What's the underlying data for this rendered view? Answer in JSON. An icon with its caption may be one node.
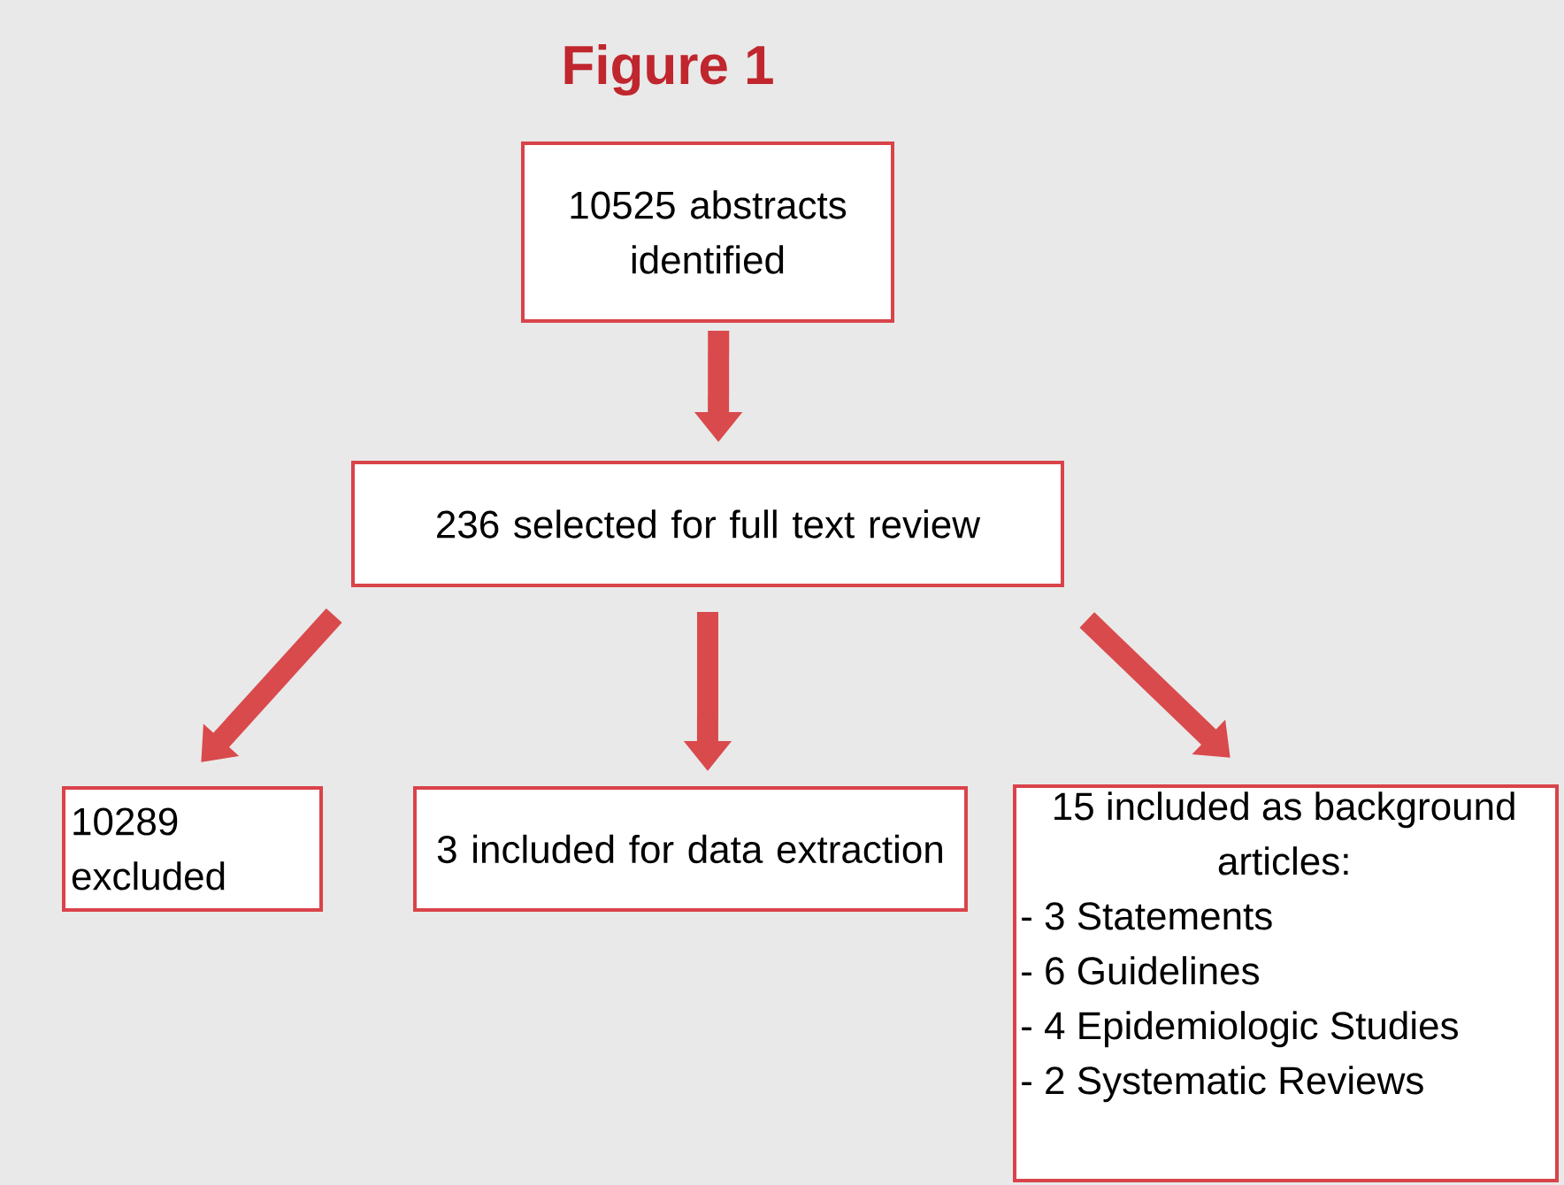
{
  "diagram": {
    "title": "Figure 1",
    "nodes": [
      {
        "text": [
          "10525 abstracts identified"
        ]
      },
      {
        "text": [
          "236 selected for full text review"
        ]
      },
      {
        "text": [
          "10289 excluded"
        ]
      },
      {
        "text": [
          "3 included for data extraction"
        ]
      },
      {
        "text": [
          "15 included as background articles:",
          "- 3 Statements",
          "- 6 Guidelines",
          "- 4 Epidemiologic Studies",
          "- 2 Systematic Reviews"
        ]
      }
    ],
    "edges": [
      {
        "from": 0,
        "to": 1,
        "arrow": "to"
      },
      {
        "from": 1,
        "to": 2,
        "arrow": "to"
      },
      {
        "from": 1,
        "to": 3,
        "arrow": "to"
      },
      {
        "from": 1,
        "to": 4,
        "arrow": "to"
      }
    ]
  }
}
